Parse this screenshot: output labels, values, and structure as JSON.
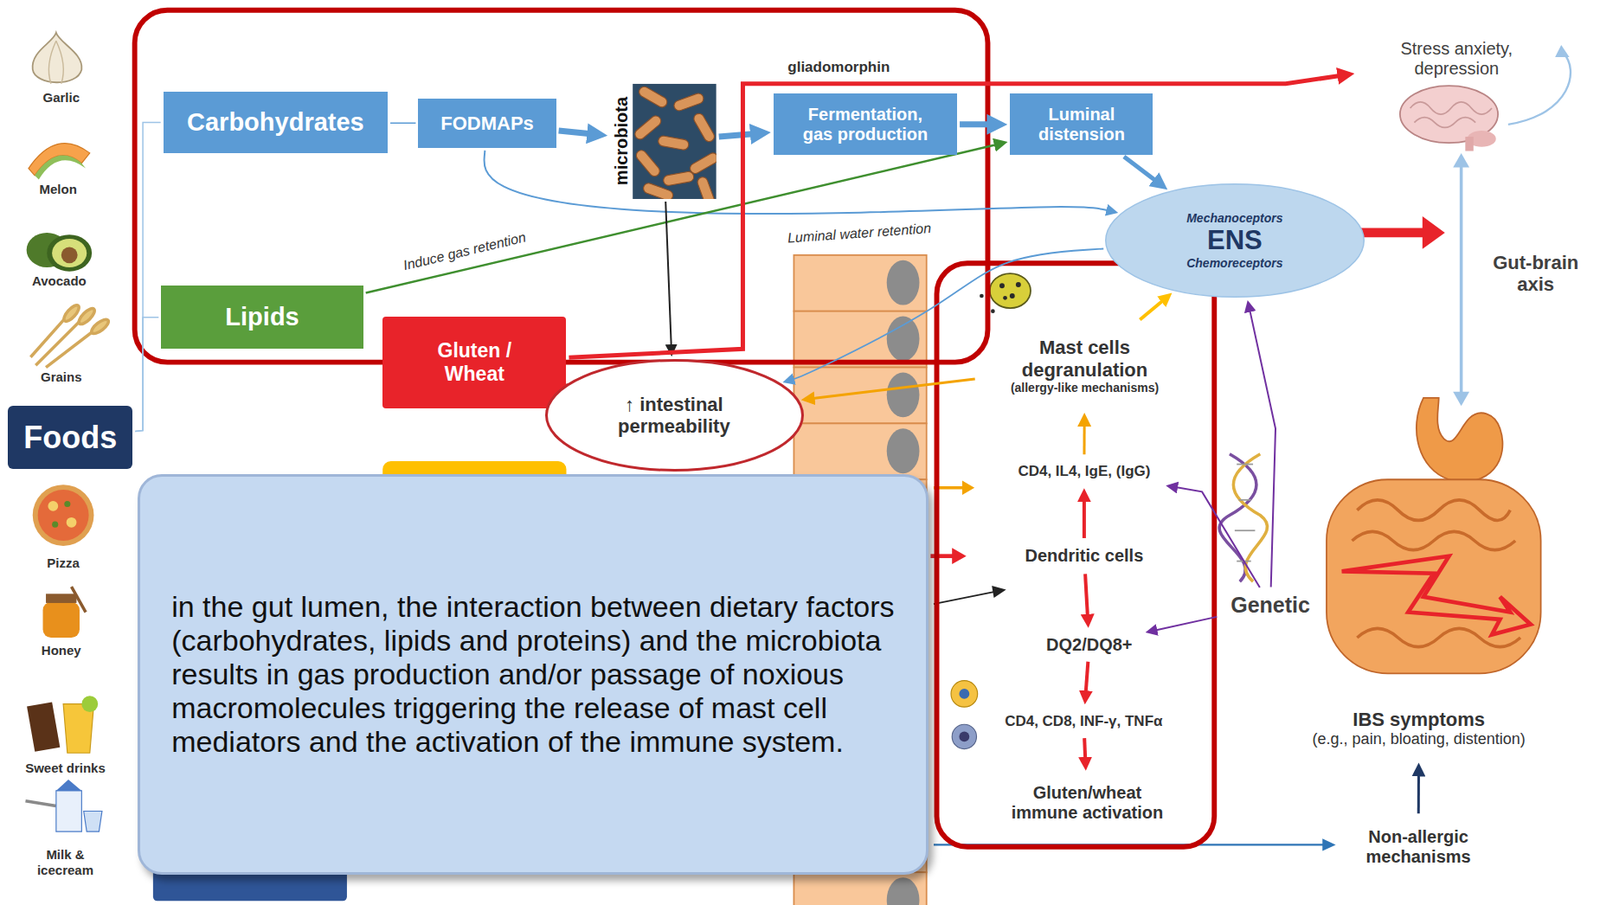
{
  "diagram": {
    "nodes": [
      {
        "text": [
          "Carbohydrates"
        ]
      },
      {
        "text": [
          "FODMAPs"
        ]
      },
      {
        "text": [
          "microbiota"
        ]
      },
      {
        "text": [
          "Fermentation, gas production"
        ]
      },
      {
        "text": [
          "Luminal distension"
        ]
      },
      {
        "text": [
          "Stress anxiety, depression"
        ]
      },
      {
        "text": [
          "Mechanoceptors",
          "ENS",
          "Chemoreceptors"
        ]
      },
      {
        "text": [
          "Lipids"
        ]
      },
      {
        "text": [
          "Gluten / Wheat"
        ]
      },
      {
        "text": [
          "↑ intestinal permeability"
        ]
      },
      {
        "text": [
          "Mast cells degranulation",
          "(allergy-like mechanisms)"
        ]
      },
      {
        "text": [
          "Foods"
        ]
      },
      {
        "text": [
          "CD4, IL4, IgE, (IgG)"
        ]
      },
      {
        "text": [
          "Dendritic cells"
        ]
      },
      {
        "text": [
          "Genetic"
        ]
      },
      {
        "text": [
          "DQ2/DQ8+"
        ]
      },
      {
        "text": [
          "IBS symptoms",
          "(e.g., pain, bloating, distention)"
        ]
      },
      {
        "text": [
          "CD4, CD8, INF-γ, TNFα"
        ]
      },
      {
        "text": [
          "Gluten/wheat immune activation"
        ]
      },
      {
        "text": [
          "Non-allergic mechanisms"
        ]
      },
      {
        "text": [
          "in the gut lumen, the interaction between dietary factors (carbohydrates, lipids and proteins) and the microbiota results in gas production and/or passage of noxious macromolecules triggering the release of mast cell mediators and the activation of the immune system."
        ]
      }
    ],
    "edges": [
      {
        "from": 0,
        "to": 1,
        "arrow": "none"
      },
      {
        "from": 1,
        "to": 2,
        "arrow": "to"
      },
      {
        "from": 2,
        "to": 3,
        "arrow": "to"
      },
      {
        "from": 3,
        "to": 4,
        "arrow": "to"
      },
      {
        "from": 4,
        "to": 6,
        "arrow": "to"
      },
      {
        "from": 1,
        "to": 6,
        "arrow": "to"
      },
      {
        "from": 7,
        "to": 4,
        "label": "Induce gas retention",
        "arrow": "to"
      },
      {
        "from": 2,
        "to": 9,
        "arrow": "to"
      },
      {
        "from": 8,
        "to": 9,
        "arrow": "to"
      },
      {
        "from": 8,
        "to": 5,
        "label": "gliadomorphin",
        "arrow": "to"
      },
      {
        "from": 6,
        "to": 9,
        "arrow": "to"
      },
      {
        "from": 10,
        "to": 6,
        "arrow": "to"
      },
      {
        "from": 10,
        "to": 9,
        "arrow": "to"
      },
      {
        "from": 12,
        "to": 10,
        "arrow": "to"
      },
      {
        "from": 13,
        "to": 12,
        "arrow": "to"
      },
      {
        "from": 13,
        "to": 15,
        "arrow": "to"
      },
      {
        "from": 15,
        "to": 17,
        "arrow": "to"
      },
      {
        "from": 17,
        "to": 18,
        "arrow": "to"
      },
      {
        "from": 14,
        "to": 6,
        "arrow": "to"
      },
      {
        "from": 14,
        "to": 12,
        "arrow": "to"
      },
      {
        "from": 14,
        "to": 15,
        "arrow": "to"
      },
      {
        "from": 19,
        "to": 16,
        "arrow": "to"
      },
      {
        "from": 11,
        "to": 0,
        "arrow": "none"
      },
      {
        "from": 11,
        "to": 7,
        "arrow": "none"
      }
    ],
    "labels": [
      "Garlic",
      "Melon",
      "Avocado",
      "Grains",
      "Pizza",
      "Honey",
      "Sweet drinks",
      "Milk & icecream",
      "Luminal water retention",
      "Gut-brain axis"
    ]
  }
}
